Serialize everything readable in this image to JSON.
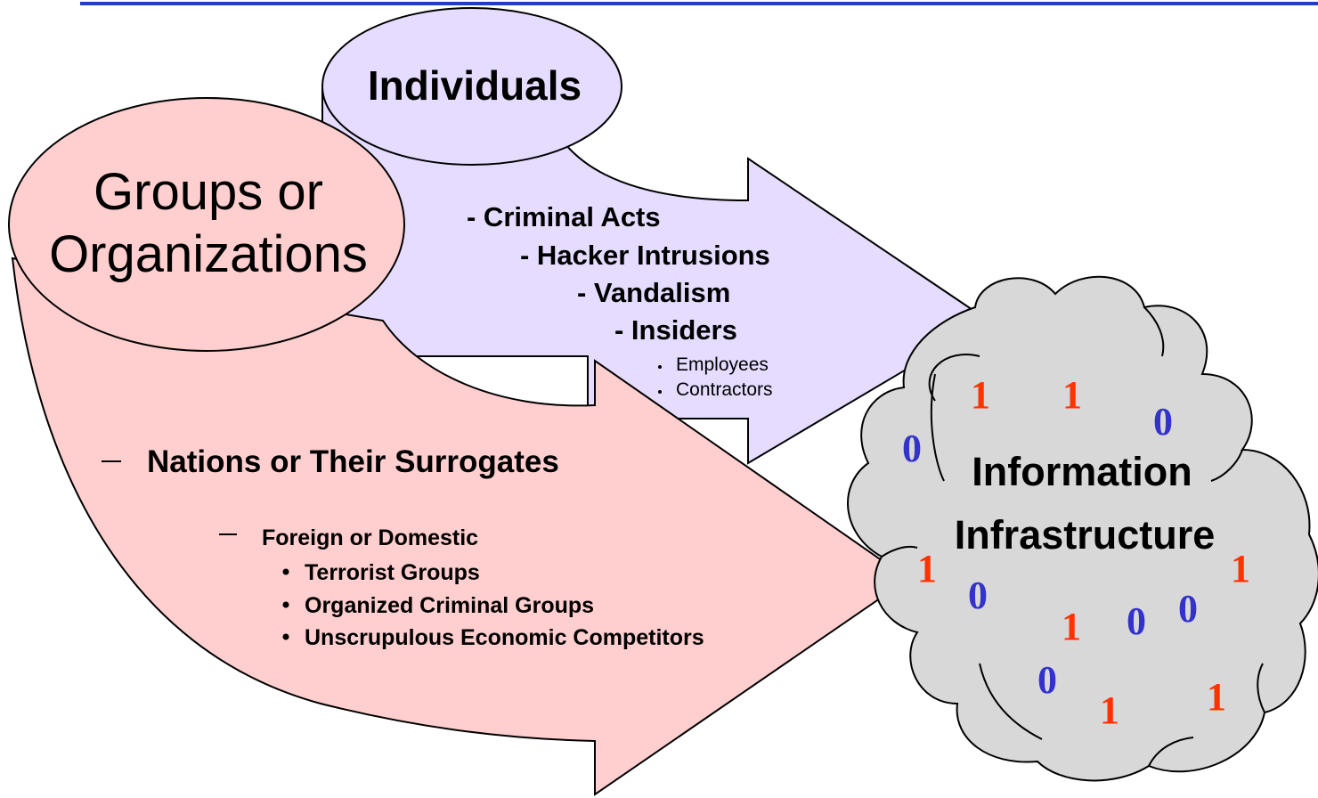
{
  "slide": {
    "top_rule_color": "#1f3fbf"
  },
  "individuals": {
    "title": "Individuals",
    "fill": "#e6dcff",
    "items": [
      "- Criminal Acts",
      "- Hacker Intrusions",
      "- Vandalism",
      "- Insiders"
    ],
    "sub_items": [
      "Employees",
      "Contractors"
    ]
  },
  "groups": {
    "title_line1": "Groups or",
    "title_line2": "Organizations",
    "fill": "#ffcfcf",
    "main_item": "Nations or Their Surrogates",
    "sub_heading": "Foreign or Domestic",
    "bullets": [
      "Terrorist Groups",
      "Organized Criminal Groups",
      "Unscrupulous Economic Competitors"
    ]
  },
  "cloud": {
    "title_line1": "Information",
    "title_line2": "Infrastructure",
    "fill": "#d8d8d8",
    "one_color": "#ff3300",
    "zero_color": "#3333cc",
    "digits": [
      "1",
      "1",
      "0",
      "0",
      "1",
      "0",
      "1",
      "0",
      "0",
      "1",
      "0",
      "1",
      "1"
    ]
  }
}
